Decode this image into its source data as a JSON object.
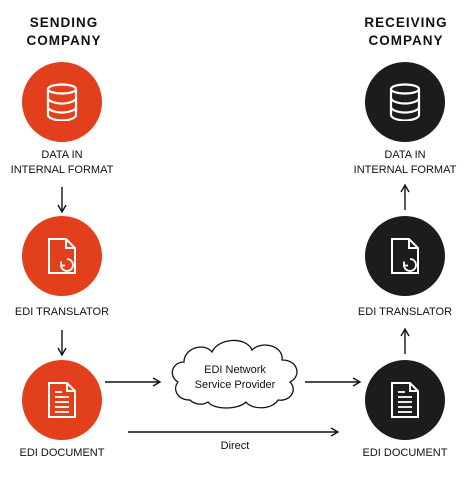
{
  "colors": {
    "sending": "#e2401c",
    "receiving": "#1c1c1c",
    "icon": "#ffffff",
    "line": "#111111"
  },
  "sending": {
    "heading": "SENDING\nCOMPANY",
    "data_label": "DATA IN\nINTERNAL FORMAT",
    "translator_label": "EDI TRANSLATOR",
    "document_label": "EDI DOCUMENT"
  },
  "receiving": {
    "heading": "RECEIVING\nCOMPANY",
    "data_label": "DATA IN\nINTERNAL FORMAT",
    "translator_label": "EDI TRANSLATOR",
    "document_label": "EDI DOCUMENT"
  },
  "network": {
    "label": "EDI Network\nService Provider"
  },
  "direct": {
    "label": "Direct"
  },
  "icons": {
    "data": "database-icon",
    "translator": "file-translate-icon",
    "document": "document-icon"
  }
}
